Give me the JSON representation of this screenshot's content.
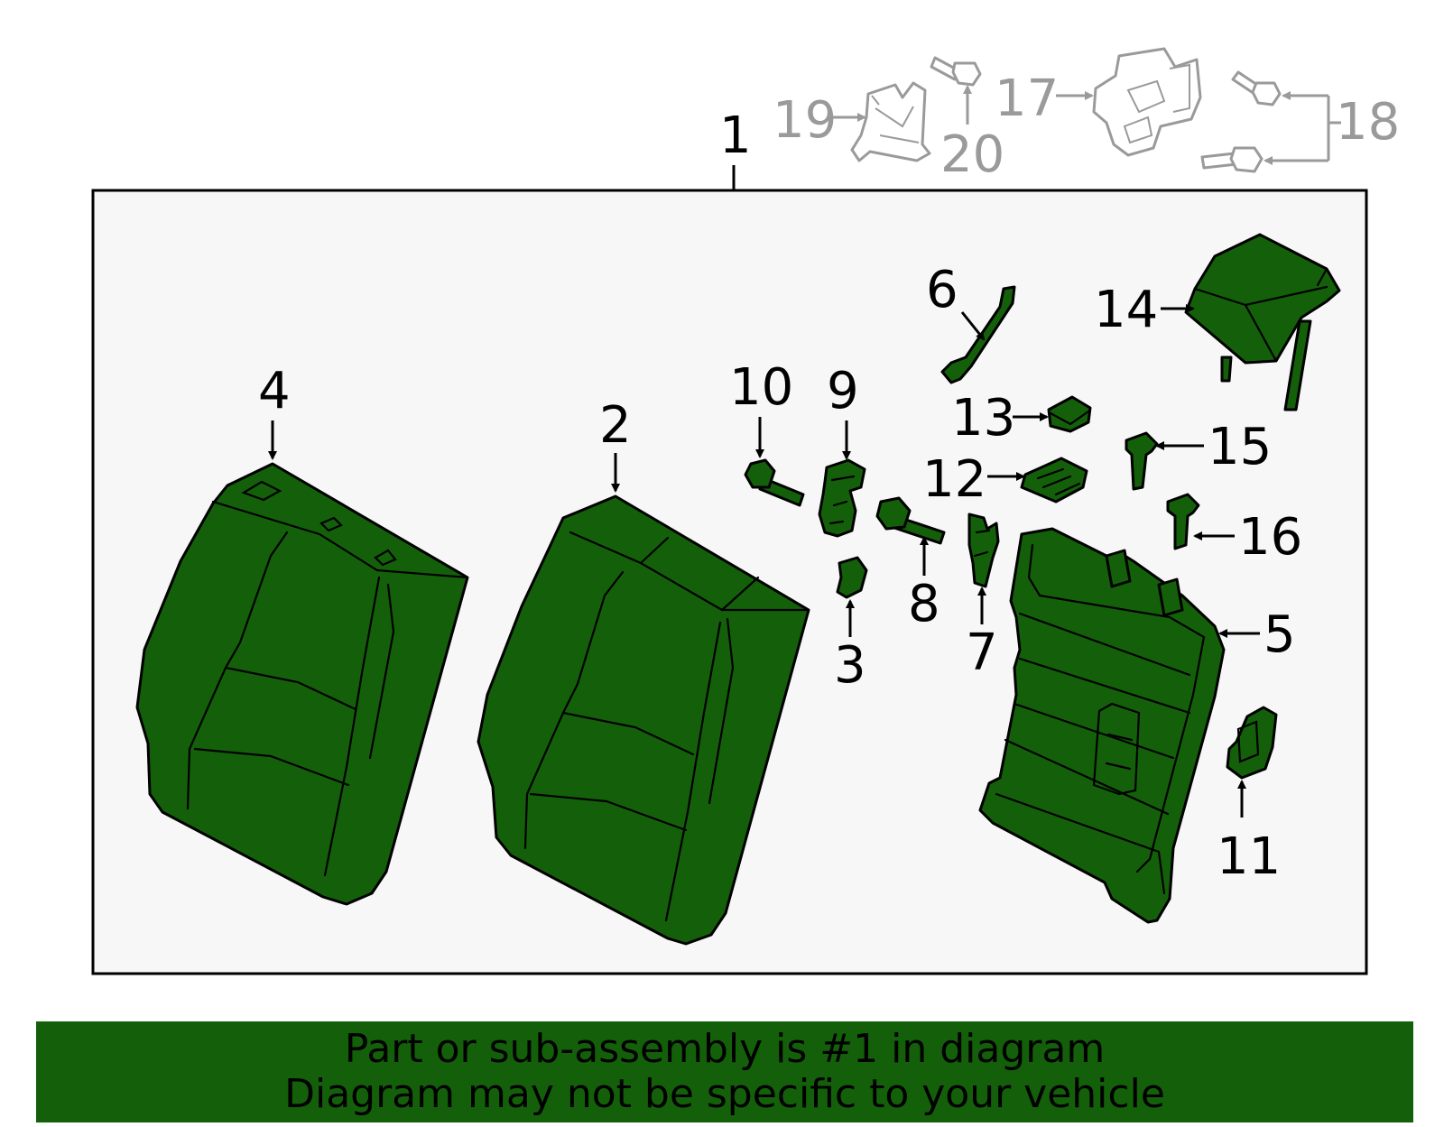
{
  "colors": {
    "part_fill": "#14600a",
    "reference_gray": "#9a9a9a",
    "panel_bg": "#f7f7f7",
    "banner_bg": "#14600a"
  },
  "callouts": {
    "c1": "1",
    "c2": "2",
    "c3": "3",
    "c4": "4",
    "c5": "5",
    "c6": "6",
    "c7": "7",
    "c8": "8",
    "c9": "9",
    "c10": "10",
    "c11": "11",
    "c12": "12",
    "c13": "13",
    "c14": "14",
    "c15": "15",
    "c16": "16",
    "c17": "17",
    "c18": "18",
    "c19": "19",
    "c20": "20"
  },
  "banner": {
    "line1": "Part or sub-assembly is #1 in diagram",
    "line2": "Diagram may not be specific to your vehicle"
  }
}
